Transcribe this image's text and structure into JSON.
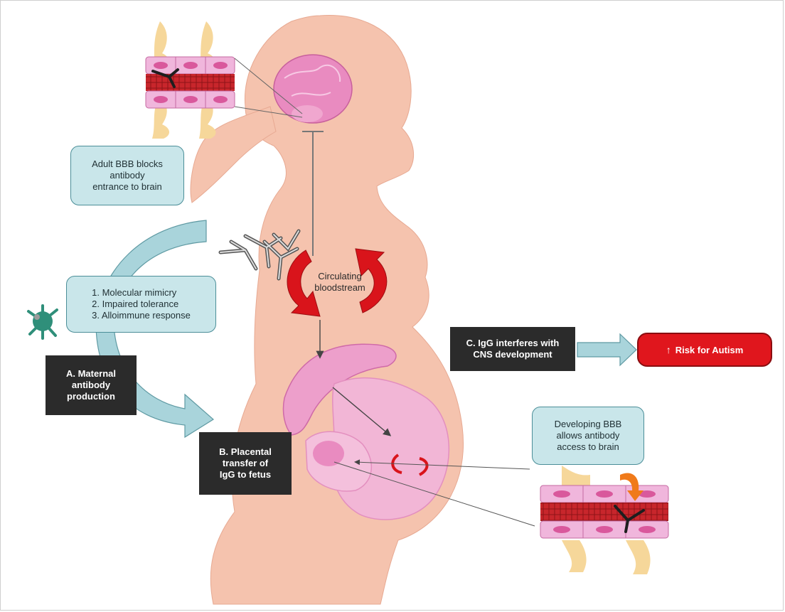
{
  "labels": {
    "adult_bbb": "Adult BBB blocks\nantibody\nentrance to brain",
    "mechanisms": "1. Molecular mimicry\n2. Impaired tolerance\n3. Alloimmune response",
    "circulating": "Circulating\nbloodstream",
    "maternal_production": "A. Maternal\nantibody\nproduction",
    "placental_transfer": "B. Placental\ntransfer of\nIgG to fetus",
    "cns_interference": "C. IgG interferes with\nCNS development",
    "risk_text": "Risk for Autism",
    "risk_arrow": "↑",
    "developing_bbb": "Developing BBB\nallows antibody\naccess to brain"
  },
  "colors": {
    "skin": "#f5c3ae",
    "brain": "#e98bc0",
    "uterus": "#f2b6d6",
    "vessel": "#c8262c",
    "red_arrow": "#d9141b",
    "teal_arrow": "#a9d4db",
    "teal_border": "#4b8e98",
    "dark_box": "#2b2b2b",
    "astrocyte": "#f6d79a",
    "cell": "#f0b6dc",
    "antibody": "#1e1e1e",
    "orange_arrow": "#f07a1a"
  },
  "icons": [
    "antibody-icon",
    "immune-cell-icon",
    "blood-vessel-icon",
    "astrocyte-icon",
    "circulation-arrow-icon"
  ]
}
